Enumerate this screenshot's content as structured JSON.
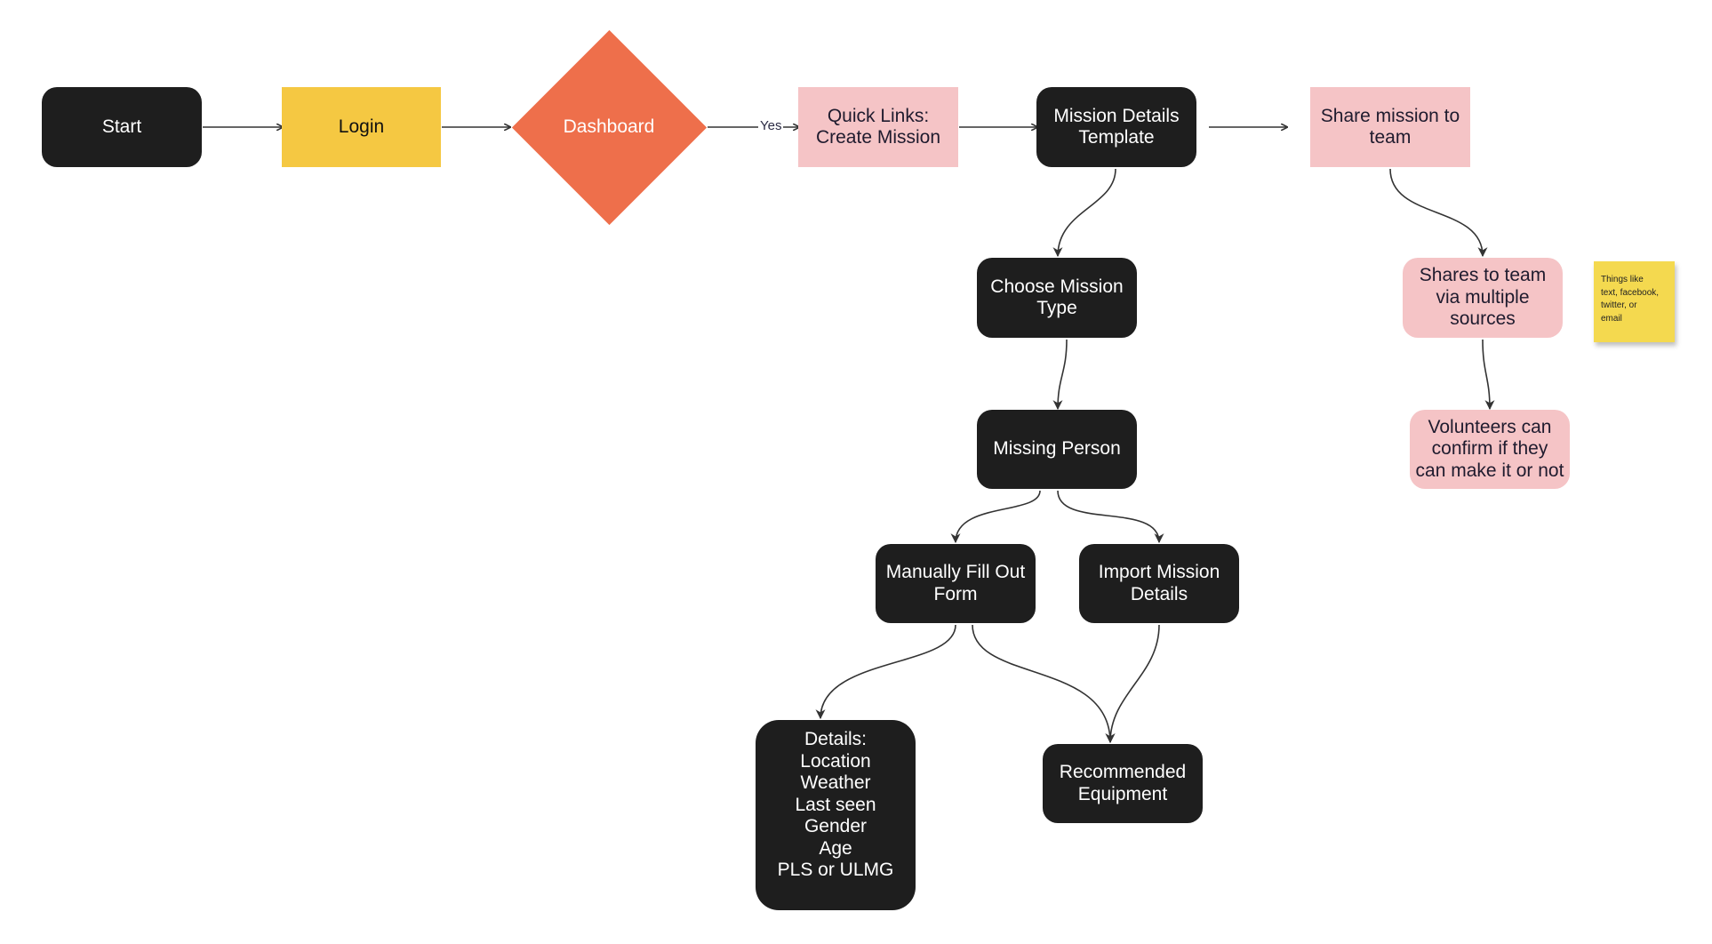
{
  "nodes": {
    "start": {
      "label": "Start"
    },
    "login": {
      "label": "Login"
    },
    "dashboard": {
      "label": "Dashboard"
    },
    "quick_links": {
      "lines": [
        "Quick Links:",
        "Create Mission"
      ]
    },
    "mission_details_template": {
      "lines": [
        "Mission Details",
        "Template"
      ]
    },
    "share_mission": {
      "lines": [
        "Share mission to",
        "team"
      ]
    },
    "choose_mission_type": {
      "lines": [
        "Choose Mission",
        "Type"
      ]
    },
    "missing_person": {
      "label": "Missing Person"
    },
    "manually_fill_out_form": {
      "lines": [
        "Manually Fill Out",
        "Form"
      ]
    },
    "import_mission_details": {
      "lines": [
        "Import Mission",
        "Details"
      ]
    },
    "details": {
      "lines": [
        "Details:",
        "Location",
        "Weather",
        "Last seen",
        "Gender",
        "Age",
        "PLS or ULMG"
      ]
    },
    "recommended_equipment": {
      "lines": [
        "Recommended",
        "Equipment"
      ]
    },
    "shares_to_team": {
      "lines": [
        "Shares to team",
        "via multiple",
        "sources"
      ]
    },
    "volunteers_confirm": {
      "lines": [
        "Volunteers can",
        "confirm if they",
        "can make it or not"
      ]
    }
  },
  "sticky_note": {
    "lines": [
      "Things like",
      "text, facebook,",
      "twitter, or",
      "email"
    ]
  },
  "edges": {
    "dashboard_to_quick_links_label": "Yes"
  },
  "colors": {
    "dark_node": "#1e1e1e",
    "yellow_node": "#f5c842",
    "orange_decision": "#ee6f4b",
    "pink_node": "#f5c4c6",
    "sticky_note": "#f4d94f",
    "connector": "#333333"
  }
}
